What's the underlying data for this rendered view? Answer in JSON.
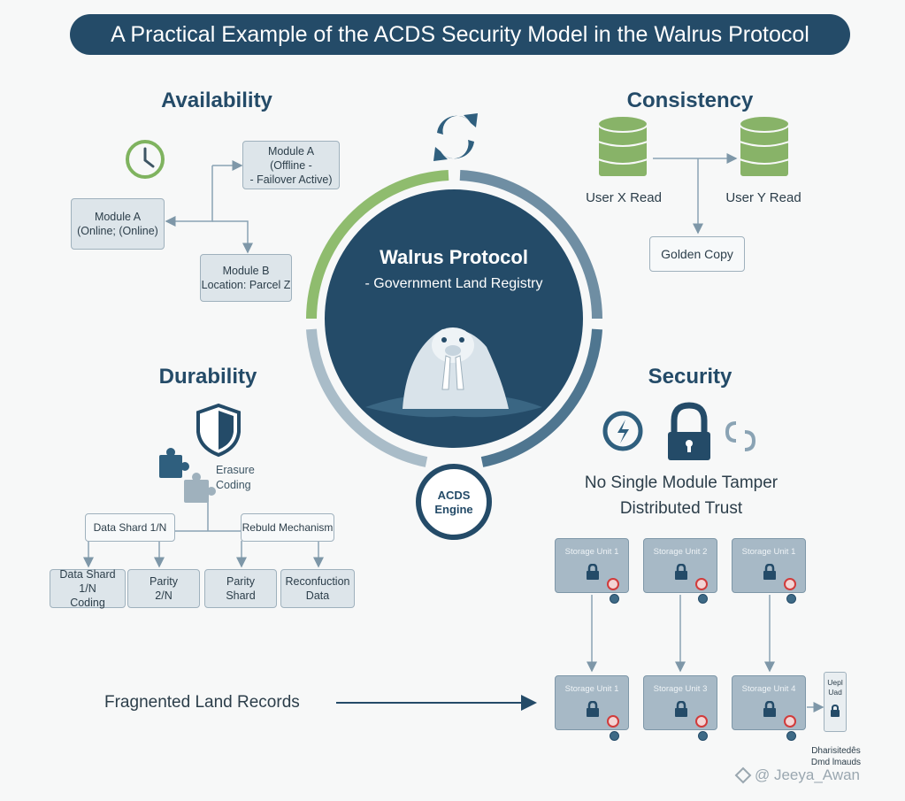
{
  "title": "A Practical Example of the ACDS Security Model in the Walrus Protocol",
  "center": {
    "name": "Walrus Protocol",
    "subtitle": "- Government Land Registry",
    "engine": [
      "ACDS",
      "Engine"
    ]
  },
  "availability": {
    "title": "Availability",
    "module_online": [
      "Module A",
      "(Online; (Online)"
    ],
    "module_offline": [
      "Module A",
      "(Offline -",
      "- Failover Active)"
    ],
    "module_b": [
      "Module B",
      "Location: Parcel Z"
    ]
  },
  "consistency": {
    "title": "Consistency",
    "reader_x": "User X Read",
    "reader_y": "User Y Read",
    "golden": "Golden Copy"
  },
  "durability": {
    "title": "Durability",
    "erasure": [
      "Erasure",
      "Coding"
    ],
    "mid_left": "Data Shard 1/N",
    "mid_right": "Rebuld Mechanism",
    "bottom": [
      [
        "Data Shard 1/N",
        "Coding"
      ],
      [
        "Parity",
        "2/N"
      ],
      [
        "Parity",
        "Shard"
      ],
      [
        "Reconfuction",
        "Data"
      ]
    ]
  },
  "security": {
    "title": "Security",
    "line1": "No Single Module Tamper",
    "line2": "Distributed Trust",
    "top_units": [
      "Storage Unit 1",
      "Storage Unit 2",
      "Storage Unit 1"
    ],
    "bottom_units": [
      "Storage Unit 1",
      "Storage Unit 3",
      "Storage Unit 4"
    ],
    "side_unit": [
      "Uepl",
      "Uad"
    ],
    "side_caption": [
      "Dharisitedês",
      "Dmd lmauds"
    ]
  },
  "fragmented": "Fragnented Land Records",
  "watermark": "@ Jeeya_Awan",
  "colors": {
    "navy": "#244b68",
    "green": "#8fbc6e",
    "steel": "#6f8ea3",
    "box": "#dde5ea",
    "unit": "#a7b9c6",
    "alert": "#d13b3b"
  }
}
